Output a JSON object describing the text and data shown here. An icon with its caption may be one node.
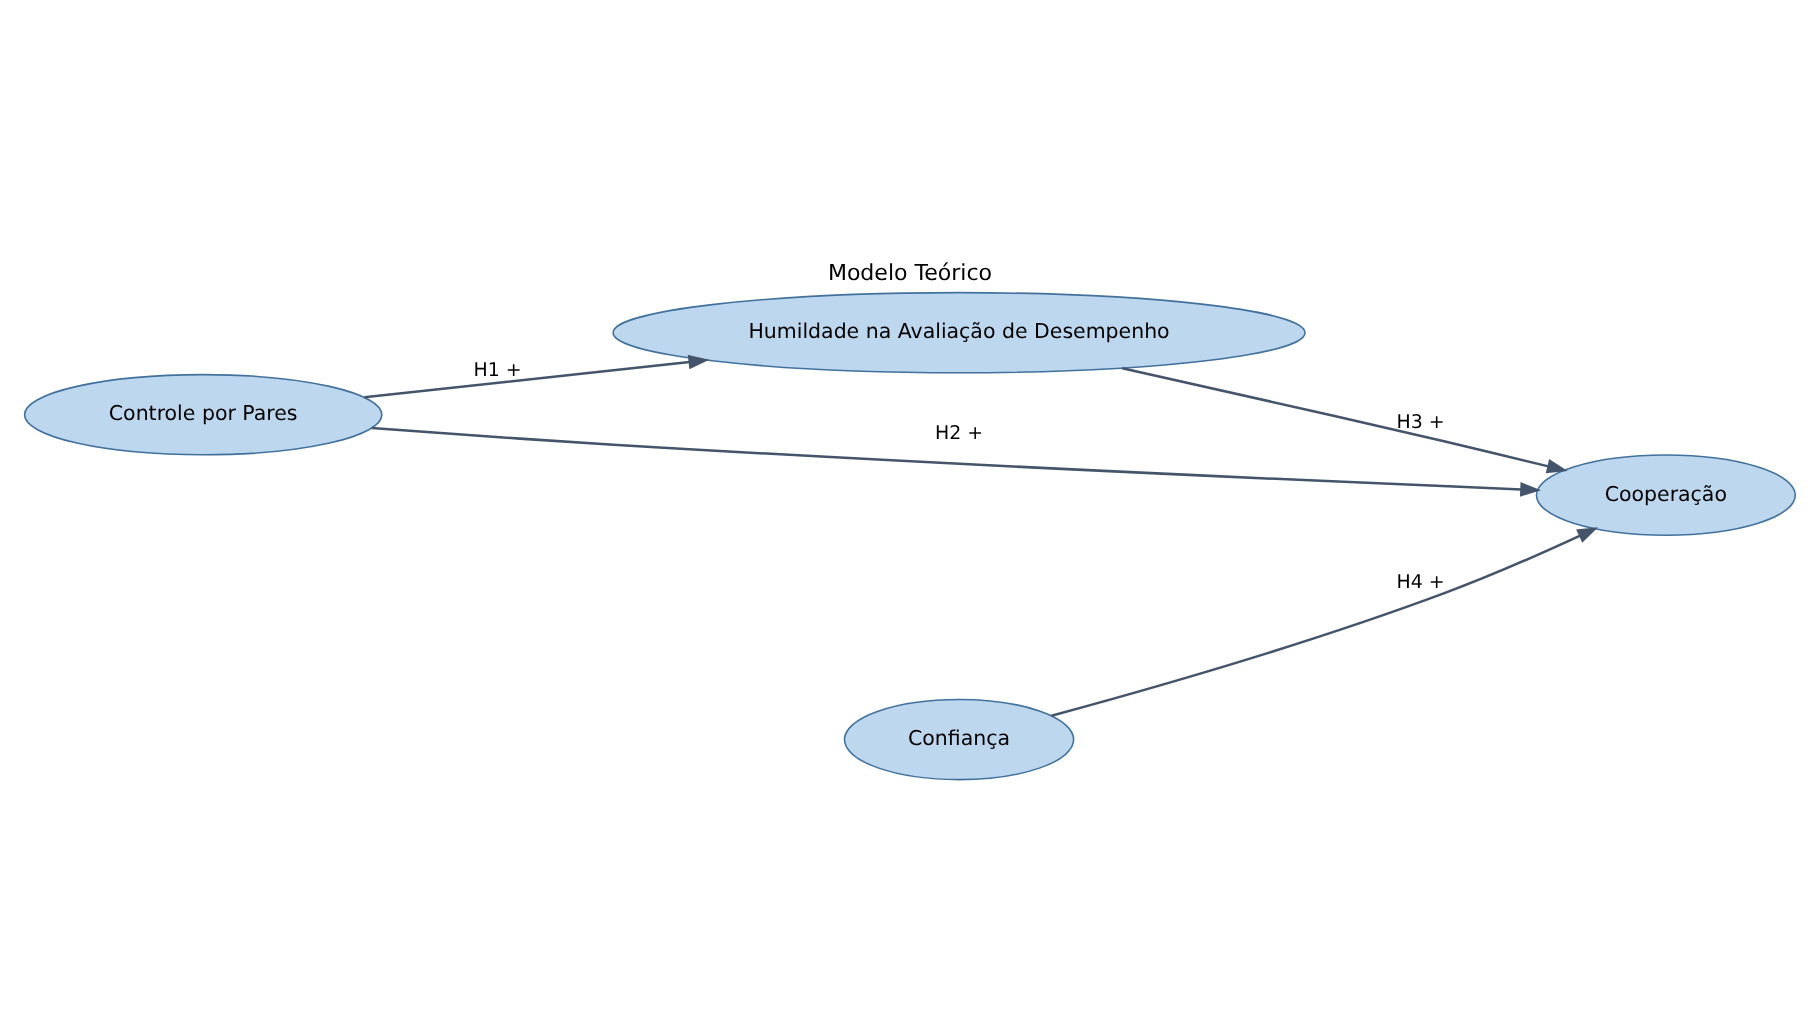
{
  "diagram": {
    "title": "Modelo Teórico",
    "nodes": [
      {
        "text": [
          "Humildade na Avaliação de Desempenho"
        ]
      },
      {
        "text": [
          "Cooperação"
        ]
      },
      {
        "text": [
          "Controle por Pares"
        ]
      },
      {
        "text": [
          "Confiança"
        ]
      }
    ],
    "edges": [
      {
        "from": 2,
        "to": 0,
        "arrow": "to",
        "label": "H1 +"
      },
      {
        "from": 2,
        "to": 1,
        "arrow": "to",
        "label": "H2 +"
      },
      {
        "from": 0,
        "to": 1,
        "arrow": "to",
        "label": "H3 +"
      },
      {
        "from": 3,
        "to": 1,
        "arrow": "to",
        "label": "H4 +"
      }
    ]
  }
}
